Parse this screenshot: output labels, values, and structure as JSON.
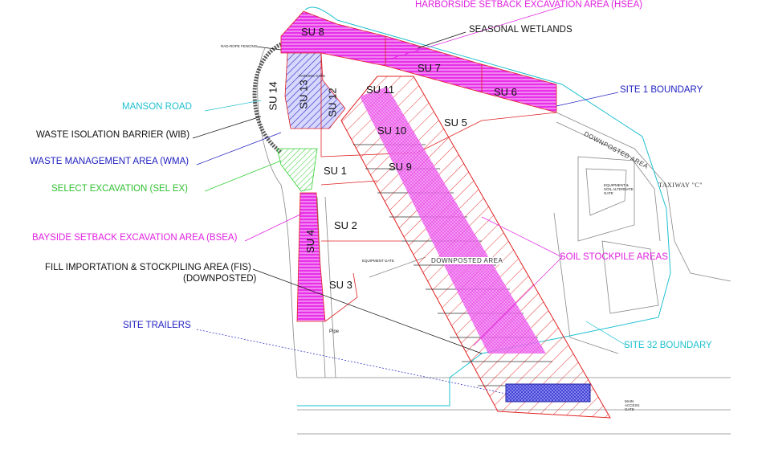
{
  "colors": {
    "magenta": "#e020e0",
    "blue": "#2020c0",
    "cyan": "#20c0d0",
    "green": "#30d030",
    "red": "#e02020",
    "black": "#111111"
  },
  "callouts": {
    "hsea": "HARBORSIDE SETBACK EXCAVATION AREA (HSEA)",
    "wetlands": "SEASONAL WETLANDS",
    "site1": "SITE 1 BOUNDARY",
    "manson": "MANSON ROAD",
    "wib": "WASTE ISOLATION BARRIER (WIB)",
    "wma": "WASTE MANAGEMENT AREA (WMA)",
    "selex": "SELECT EXCAVATION (SEL EX)",
    "bsea": "BAYSIDE SETBACK EXCAVATION AREA (BSEA)",
    "fis": "FILL IMPORTATION & STOCKPILING AREA (FIS)",
    "fis_sub": "(DOWNPOSTED)",
    "stockpile": "SOIL STOCKPILE AREAS",
    "trailers": "SITE TRAILERS",
    "site32": "SITE 32 BOUNDARY"
  },
  "units": {
    "su1": "SU 1",
    "su2": "SU 2",
    "su3": "SU 3",
    "su4": "SU 4",
    "su5": "SU 5",
    "su6": "SU 6",
    "su7": "SU 7",
    "su8": "SU 8",
    "su9": "SU 9",
    "su10": "SU 10",
    "su11": "SU 11",
    "su12": "SU 12",
    "su13": "SU 13",
    "su14": "SU 14"
  },
  "notes": {
    "fencing": "RAD-ROPE FENCING",
    "parking_gate": "PARKING GATE",
    "downposted_1": "DOWNPOSTED AREA",
    "downposted_2": "DOWNPOSTED AREA",
    "alt_gate": "EQUIPMENT & SOIL ALTERNATE GATE",
    "taxiway": "TAXIWAY \"C\"",
    "equip_gate": "EQUIPMENT GATE",
    "pipe": "Pipe",
    "main_gate": "MAIN ACCESS GATE"
  }
}
